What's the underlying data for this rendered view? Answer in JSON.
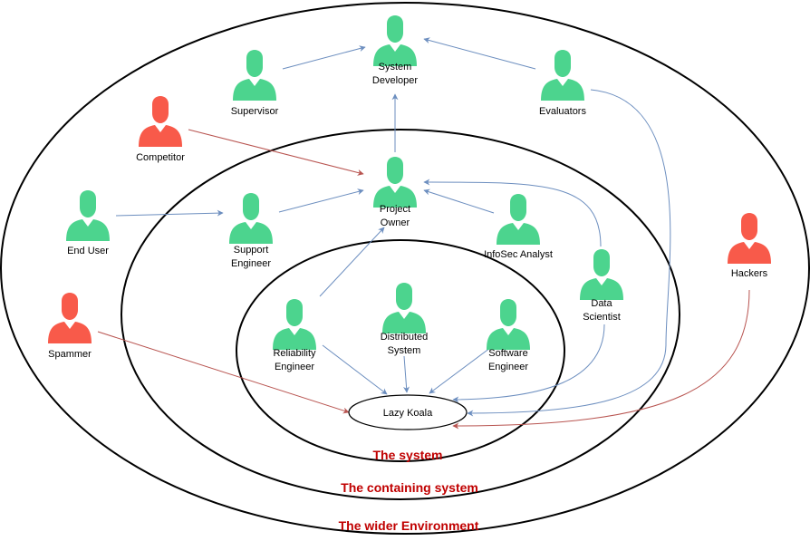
{
  "colors": {
    "stakeholder": "#4cd48e",
    "adversary": "#f85a4a",
    "arrow_blue": "#6c8ebf",
    "arrow_red": "#b85450",
    "ring_title": "#c00000"
  },
  "rings": {
    "wider_environment": "The wider Environment",
    "containing_system": "The containing system",
    "system": "The system"
  },
  "core": {
    "label": "Lazy Koala"
  },
  "actors": {
    "system_developer": {
      "lines": [
        "System",
        "Developer"
      ],
      "kind": "stakeholder"
    },
    "supervisor": {
      "lines": [
        "Supervisor"
      ],
      "kind": "stakeholder"
    },
    "evaluators": {
      "lines": [
        "Evaluators"
      ],
      "kind": "stakeholder"
    },
    "competitor": {
      "lines": [
        "Competitor"
      ],
      "kind": "adversary"
    },
    "project_owner": {
      "lines": [
        "Project",
        "Owner"
      ],
      "kind": "stakeholder"
    },
    "end_user": {
      "lines": [
        "End User"
      ],
      "kind": "stakeholder"
    },
    "support_engineer": {
      "lines": [
        "Support",
        "Engineer"
      ],
      "kind": "stakeholder"
    },
    "infosec_analyst": {
      "lines": [
        "InfoSec Analyst"
      ],
      "kind": "stakeholder"
    },
    "data_scientist": {
      "lines": [
        "Data",
        "Scientist"
      ],
      "kind": "stakeholder"
    },
    "hackers": {
      "lines": [
        "Hackers"
      ],
      "kind": "adversary"
    },
    "spammer": {
      "lines": [
        "Spammer"
      ],
      "kind": "adversary"
    },
    "reliability_engineer": {
      "lines": [
        "Reliability",
        "Engineer"
      ],
      "kind": "stakeholder"
    },
    "distributed_system": {
      "lines": [
        "Distributed",
        "System"
      ],
      "kind": "stakeholder"
    },
    "software_engineer": {
      "lines": [
        "Software",
        "Engineer"
      ],
      "kind": "stakeholder"
    }
  }
}
